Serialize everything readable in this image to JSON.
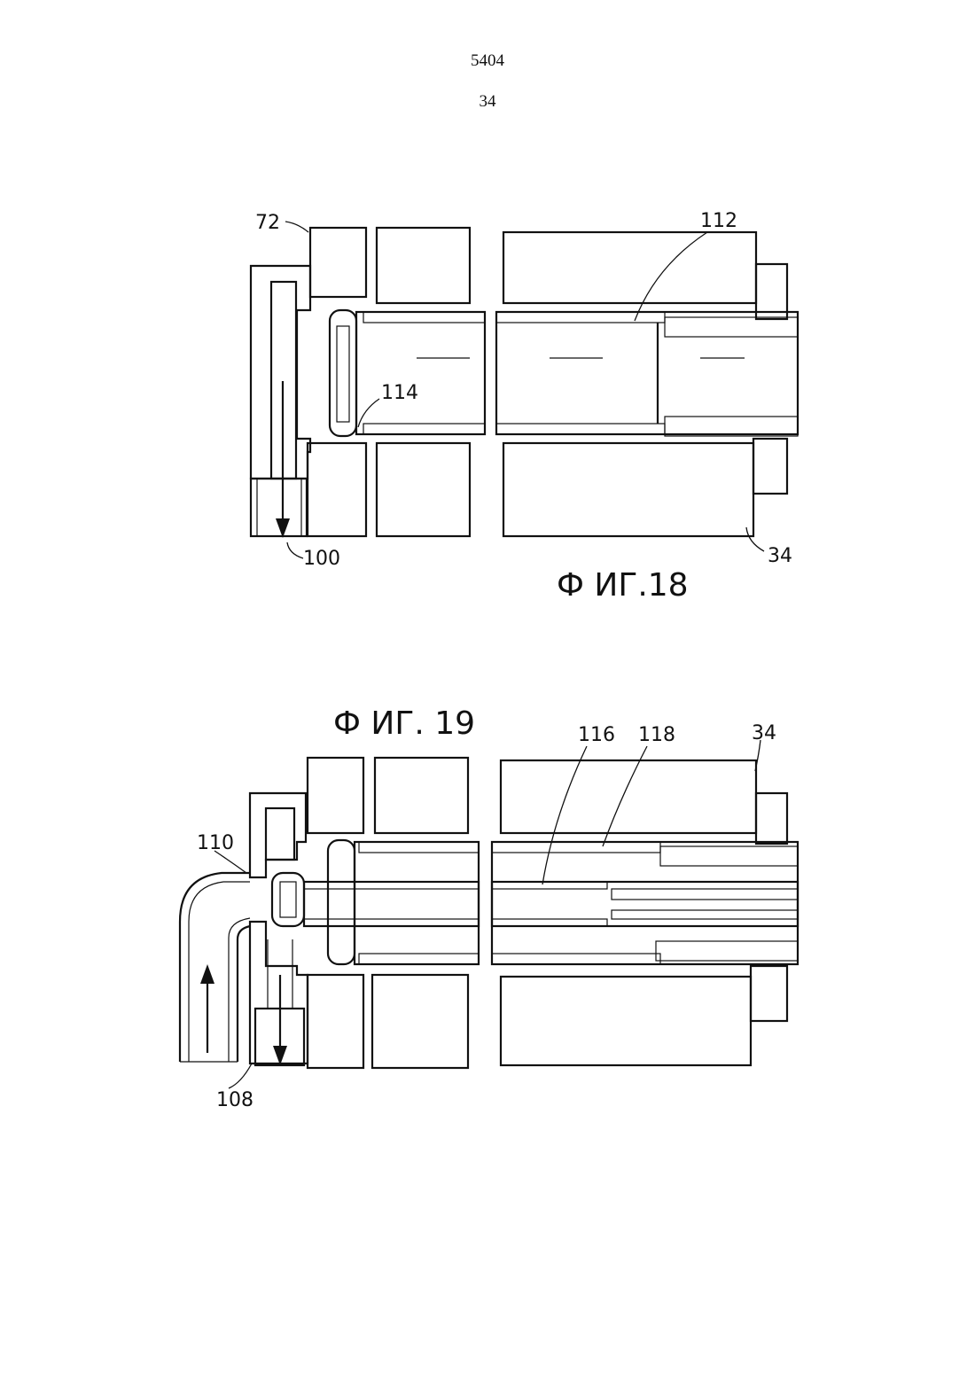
{
  "page": {
    "patent_number": "5404",
    "sheet_number": "34"
  },
  "figure_18": {
    "caption": "Ф ИГ.18",
    "labels": {
      "part_72": "72",
      "part_112": "112",
      "part_114": "114",
      "part_100": "100",
      "part_34": "34"
    }
  },
  "figure_19": {
    "caption": "Ф ИГ. 19",
    "labels": {
      "part_116": "116",
      "part_118": "118",
      "part_34": "34",
      "part_110": "110",
      "part_108": "108"
    }
  }
}
